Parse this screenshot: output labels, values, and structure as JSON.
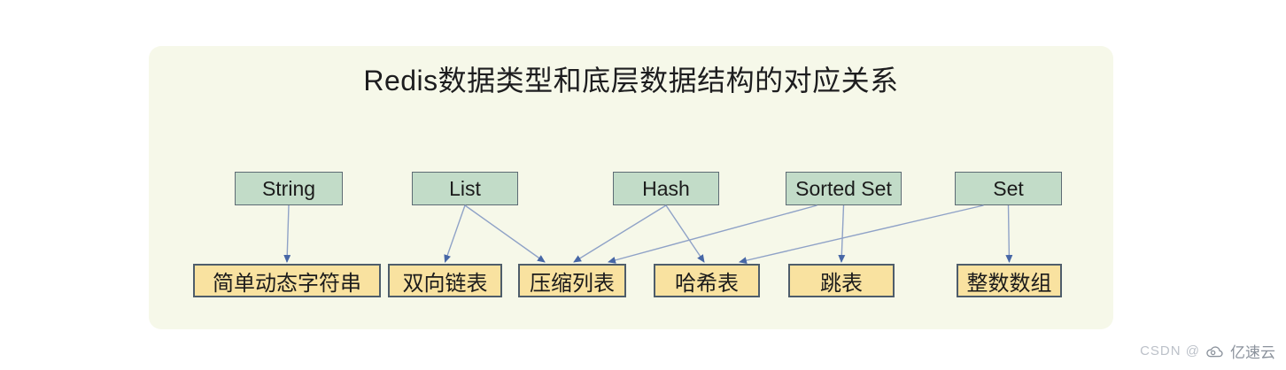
{
  "title": "Redis数据类型和底层数据结构的对应关系",
  "diagram": {
    "nodes": [
      {
        "id": "string",
        "label": "String",
        "kind": "data-type"
      },
      {
        "id": "list",
        "label": "List",
        "kind": "data-type"
      },
      {
        "id": "hash",
        "label": "Hash",
        "kind": "data-type"
      },
      {
        "id": "sorted_set",
        "label": "Sorted Set",
        "kind": "data-type"
      },
      {
        "id": "set",
        "label": "Set",
        "kind": "data-type"
      },
      {
        "id": "sds",
        "label": "简单动态字符串",
        "kind": "structure"
      },
      {
        "id": "dlist",
        "label": "双向链表",
        "kind": "structure"
      },
      {
        "id": "ziplist",
        "label": "压缩列表",
        "kind": "structure"
      },
      {
        "id": "hashtable",
        "label": "哈希表",
        "kind": "structure"
      },
      {
        "id": "skiplist",
        "label": "跳表",
        "kind": "structure"
      },
      {
        "id": "intarray",
        "label": "整数数组",
        "kind": "structure"
      }
    ],
    "edges": [
      {
        "from": "string",
        "to": "sds"
      },
      {
        "from": "list",
        "to": "dlist"
      },
      {
        "from": "list",
        "to": "ziplist"
      },
      {
        "from": "hash",
        "to": "ziplist"
      },
      {
        "from": "hash",
        "to": "hashtable"
      },
      {
        "from": "sorted_set",
        "to": "ziplist"
      },
      {
        "from": "sorted_set",
        "to": "skiplist"
      },
      {
        "from": "set",
        "to": "hashtable"
      },
      {
        "from": "set",
        "to": "intarray"
      }
    ]
  },
  "watermark": {
    "prefix": "CSDN @",
    "brand": "亿速云",
    "logo_icon": "cloud-icon"
  },
  "colors": {
    "panel_background": "#f6f8e9",
    "type_box_fill": "#c2dcc8",
    "type_box_border": "#5d6b74",
    "structure_box_fill": "#f9e2a0",
    "structure_box_border": "#4e5d6b",
    "arrow_line": "#8fa2c7",
    "arrow_head": "#4767a6",
    "title_text": "#1d1d1f",
    "watermark_text": "#8b929c"
  }
}
